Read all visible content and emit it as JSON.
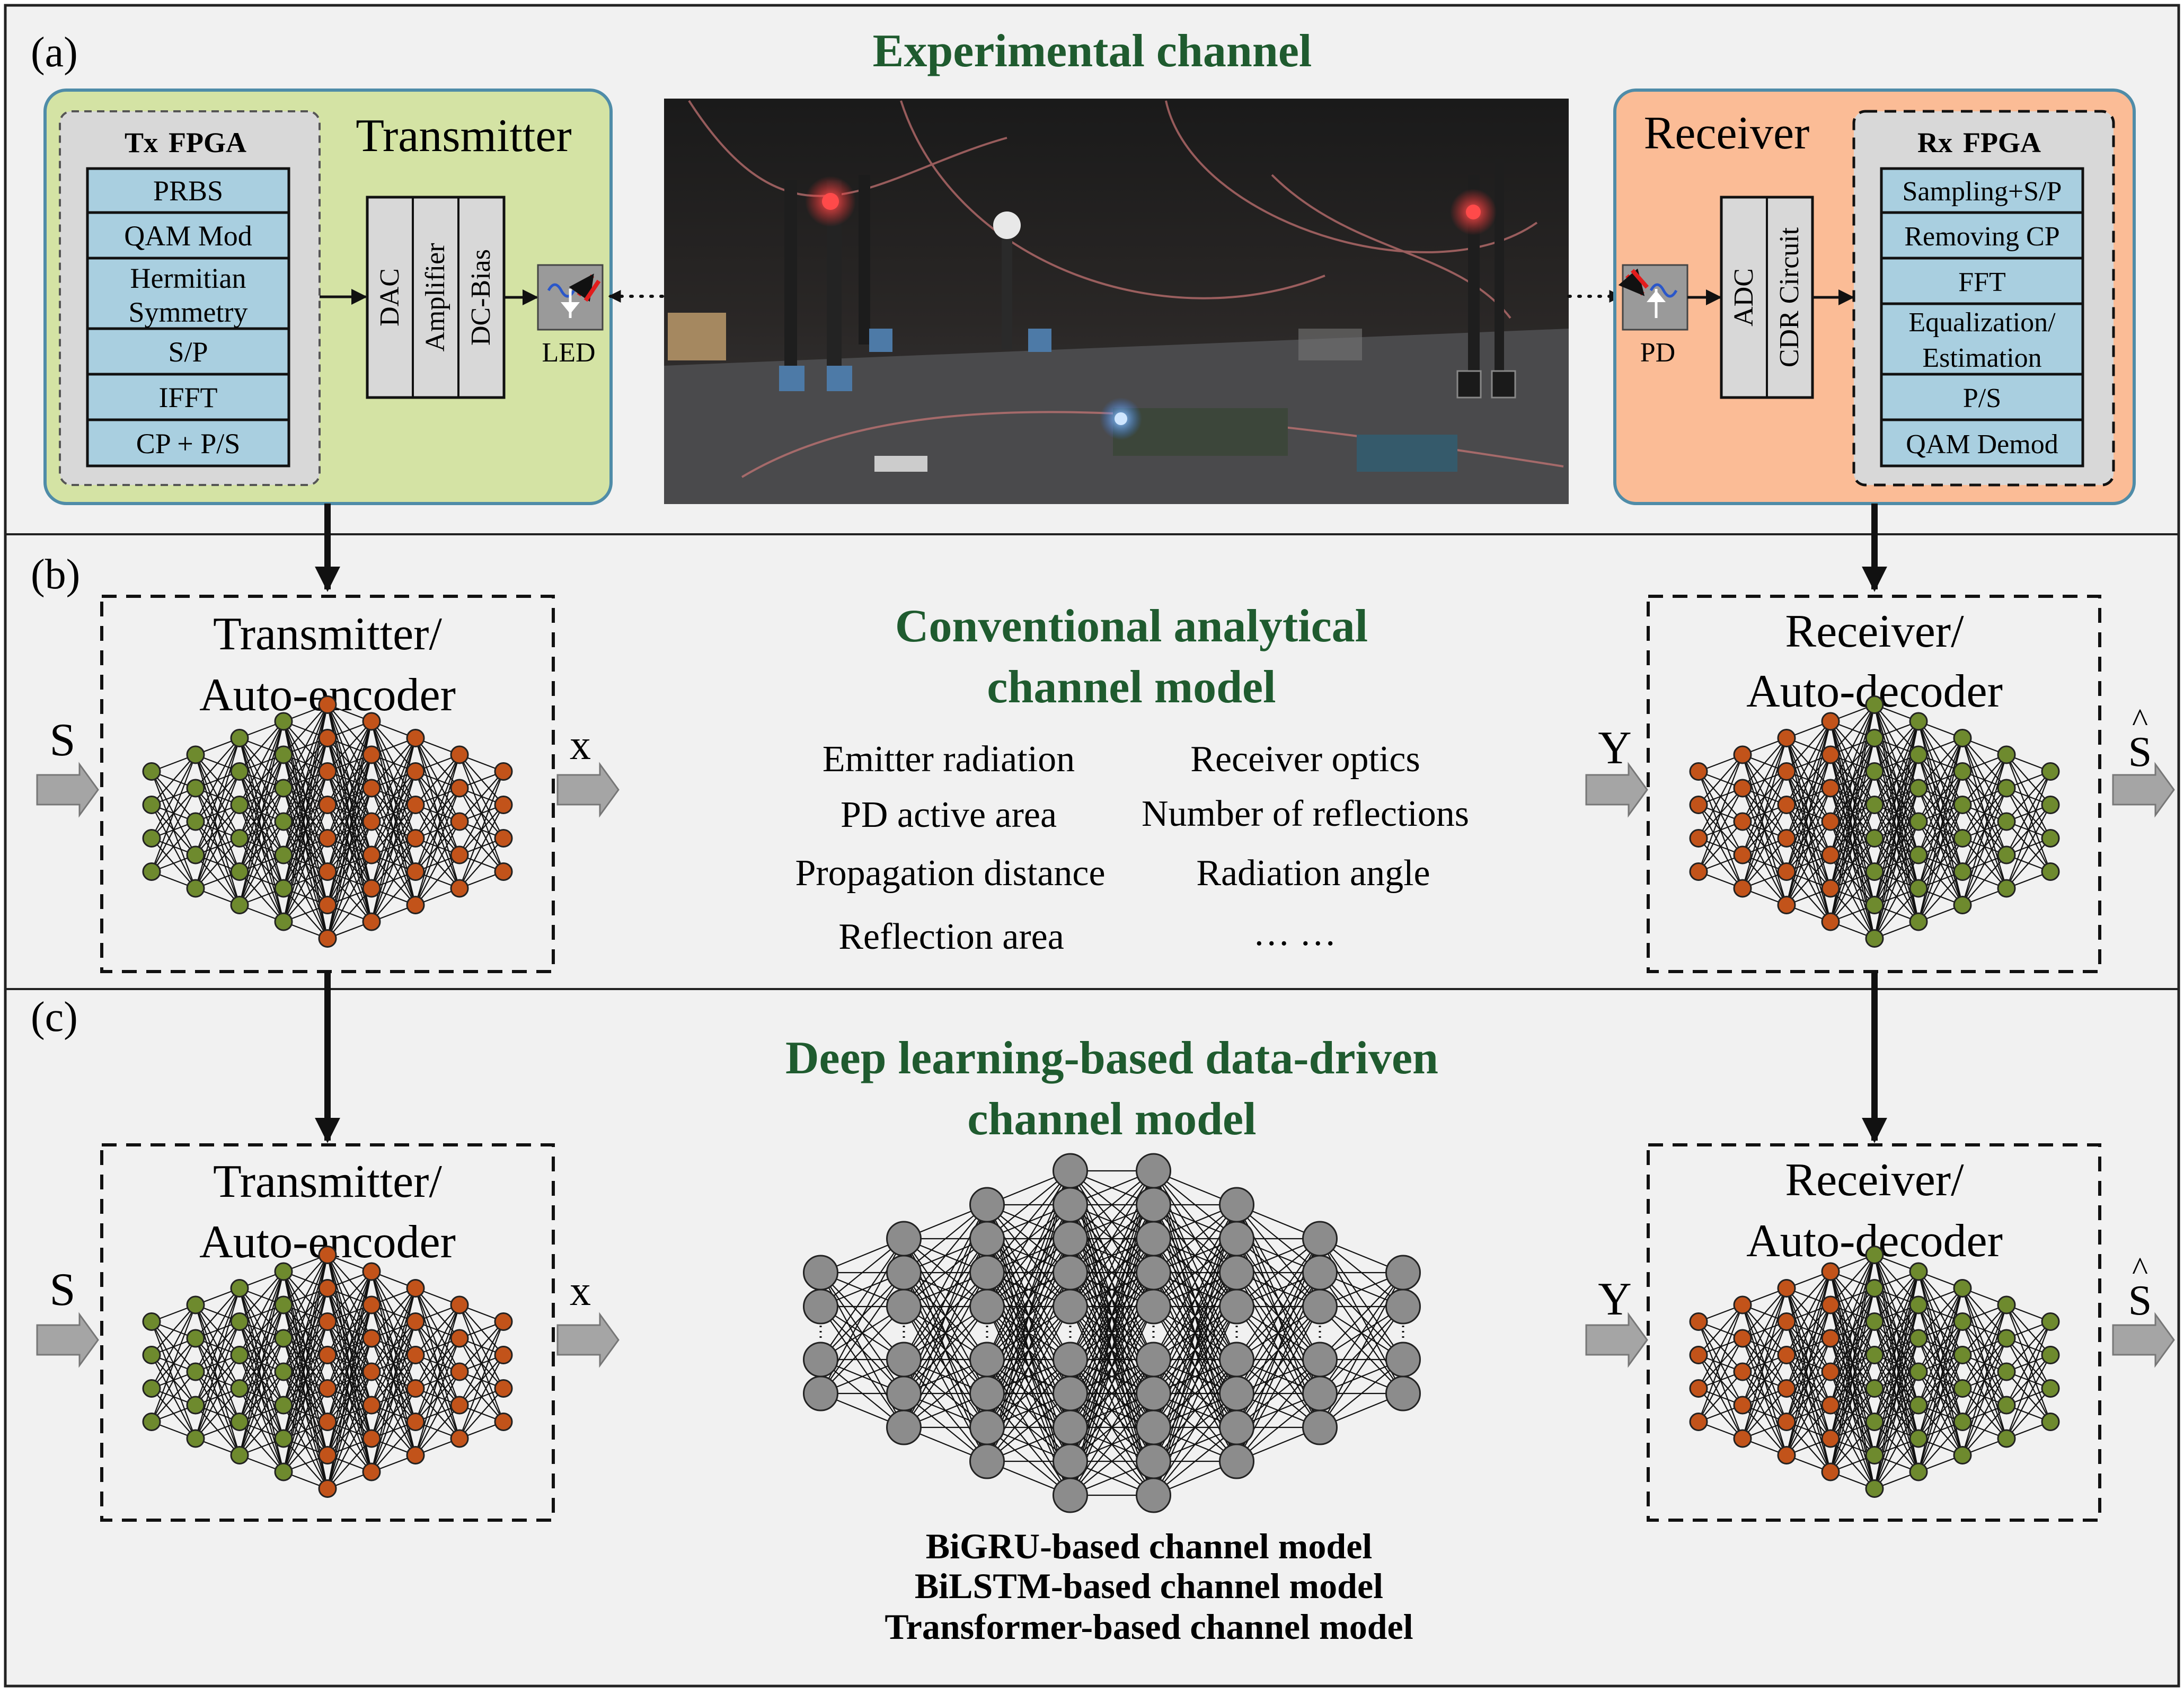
{
  "panels": {
    "a": {
      "label": "(a)",
      "title": "Experimental channel"
    },
    "b": {
      "label": "(b)",
      "title_line1": "Conventional analytical",
      "title_line2": "channel model"
    },
    "c": {
      "label": "(c)",
      "title_line1": "Deep learning-based data-driven",
      "title_line2": "channel model"
    }
  },
  "transmitter": {
    "title": "Transmitter",
    "fpga_title_a": "Tx",
    "fpga_title_b": "FPGA",
    "blocks": [
      "PRBS",
      "QAM Mod",
      "Hermitian",
      "Symmetry",
      "S/P",
      "IFFT",
      "CP + P/S"
    ],
    "chain": [
      "DAC",
      "Amplifier",
      "DC-Bias"
    ],
    "led_label": "LED"
  },
  "receiver": {
    "title": "Receiver",
    "fpga_title_a": "Rx",
    "fpga_title_b": "FPGA",
    "blocks": [
      "Sampling+S/P",
      "Removing CP",
      "FFT",
      "Equalization/",
      "Estimation",
      "P/S",
      "QAM Demod"
    ],
    "chain": [
      "ADC",
      "CDR Circuit"
    ],
    "pd_label": "PD"
  },
  "autoencoder": {
    "line1": "Transmitter/",
    "line2": "Auto-encoder",
    "in": "S",
    "out": "x"
  },
  "autodecoder": {
    "line1": "Receiver/",
    "line2": "Auto-decoder",
    "in": "Y",
    "out": "S"
  },
  "analytical_params": {
    "left": [
      "Emitter radiation",
      "PD active area",
      "Propagation distance",
      "Reflection area"
    ],
    "right": [
      "Receiver optics",
      "Number of reflections",
      "Radiation angle",
      "… …"
    ]
  },
  "dl_models": [
    "BiGRU-based channel model",
    "BiLSTM-based channel model",
    "Transformer-based channel model"
  ],
  "colors": {
    "title_green": "#1f5b2f",
    "tx_box": "#d4e3a4",
    "rx_box": "#fbbc96",
    "box_border": "#4f8ca8",
    "fpga_bg": "#d8d8d8",
    "block_fill": "#a9cfe0",
    "neuron_green": "#6e8a2e",
    "neuron_orange": "#c2531a",
    "neuron_gray": "#8c8c8c",
    "panel_bg": "#f1f1f1"
  }
}
